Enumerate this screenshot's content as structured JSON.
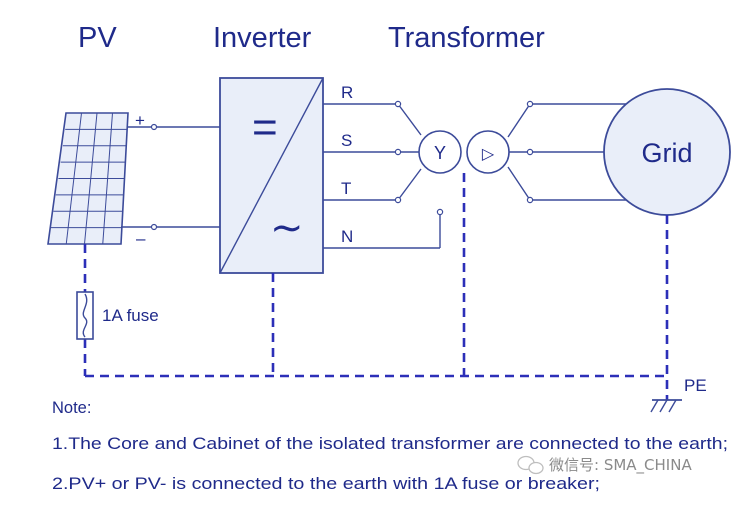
{
  "headings": {
    "pv": "PV",
    "inverter": "Inverter",
    "transformer": "Transformer"
  },
  "pv_terminals": {
    "plus": "+",
    "minus": "–"
  },
  "inverter": {
    "dc_symbol": "=",
    "ac_symbol": "∼",
    "outputs": [
      "R",
      "S",
      "T",
      "N"
    ]
  },
  "transformer": {
    "primary_symbol": "Y",
    "secondary_symbol": "▷"
  },
  "grid": {
    "label": "Grid"
  },
  "fuse": {
    "label": "1A fuse"
  },
  "earth": {
    "label": "PE"
  },
  "notes": {
    "title": "Note:",
    "items": [
      "1.The Core and Cabinet of the isolated transformer are connected to the earth;",
      "2.PV+ or PV- is connected to the earth with 1A fuse or breaker;"
    ]
  },
  "watermark": {
    "text": "微信号: SMA_CHINA"
  },
  "colors": {
    "ink": "#1f2a8a",
    "wire": "#3c4b9a",
    "earth_dash": "#2c2fb8",
    "panel_fill": "#ffffff"
  }
}
